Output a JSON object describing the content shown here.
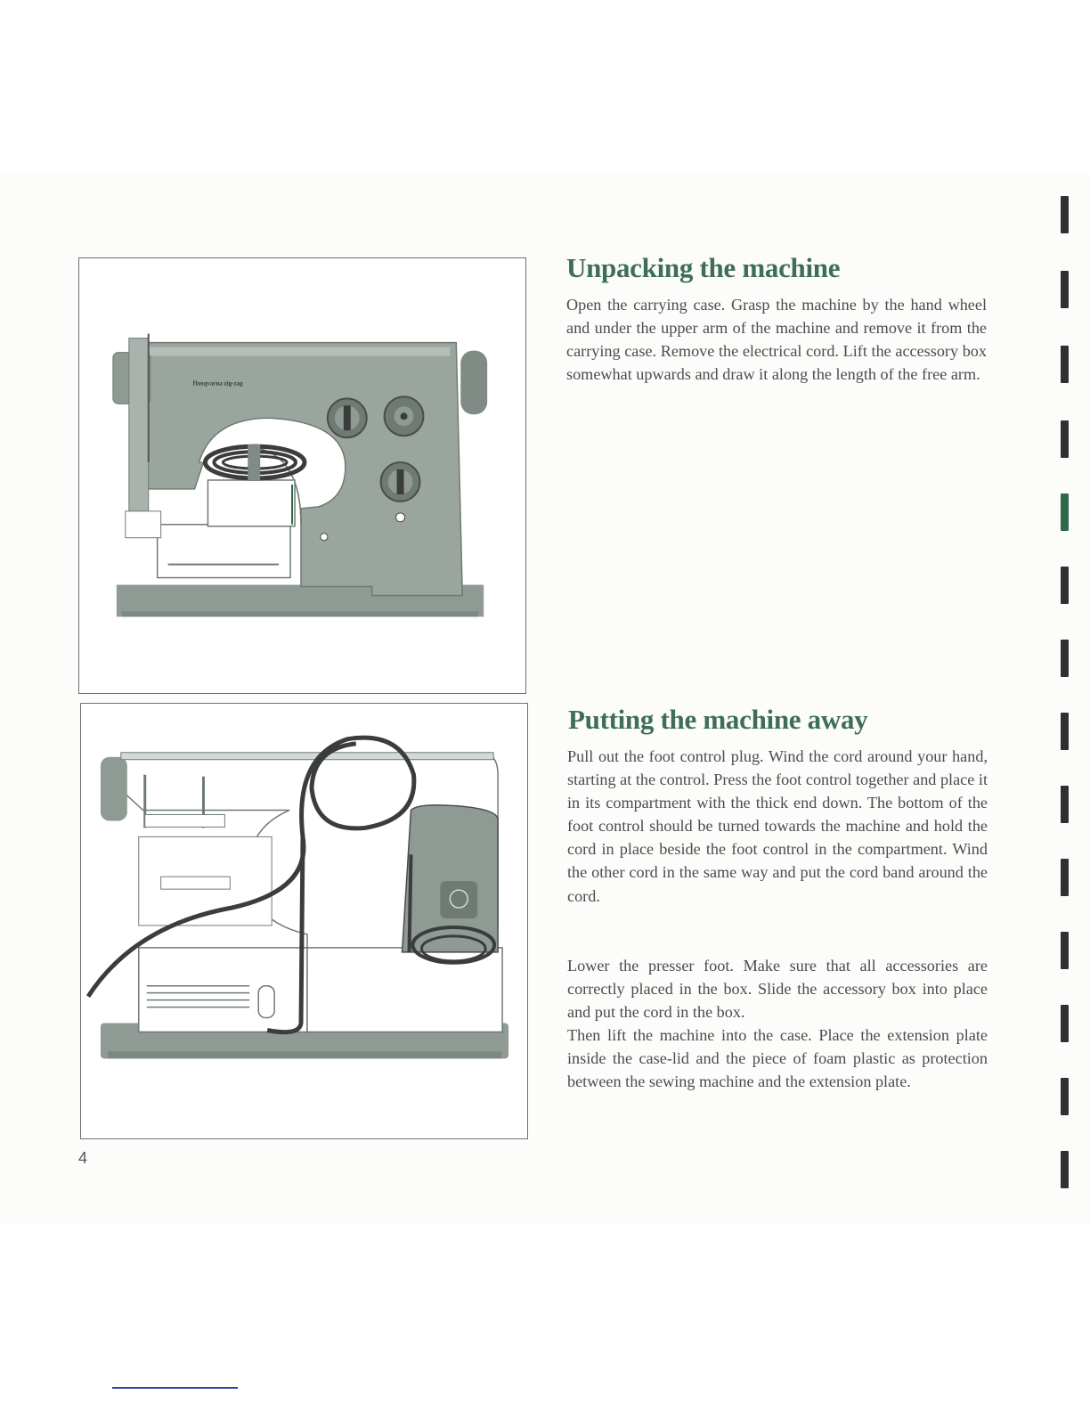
{
  "sections": [
    {
      "title": "Unpacking the machine",
      "paragraphs": [
        "Open the carrying case. Grasp the machine by the hand wheel and under the upper arm of the machine and remove it from the carrying case. Remove the electrical cord. Lift the accessory box somewhat upwards and draw it along the length of the free arm."
      ]
    },
    {
      "title": "Putting the machine away",
      "paragraphs": [
        "Pull out the foot control plug. Wind the cord around your hand, starting at the control. Press the foot control together and place it in its compartment with the thick end down. The bottom of the foot control should be turned towards the machine and hold the cord in place beside the foot control in the compartment. Wind the other cord in the same way and put the cord band around the cord.",
        "Lower the presser foot. Make sure that all accessories are correctly placed in the box. Slide the accessory box into place and put the cord in the box.",
        "Then lift the machine into the case. Place the extension plate inside the case-lid and the piece of foam plastic as protection between the sewing machine and the extension plate."
      ]
    }
  ],
  "page_number": "4",
  "colors": {
    "heading": "#3f6e57",
    "body_text": "#4a4d4b",
    "machine_fill": "#8e9a93",
    "tab_dark": "#2f3130",
    "tab_green": "#2e6a49"
  },
  "illustrations": [
    {
      "name": "sewing-machine-unpacking-illustration",
      "brand_text": "Husqvarna zig-zag"
    },
    {
      "name": "sewing-machine-packed-illustration"
    }
  ]
}
